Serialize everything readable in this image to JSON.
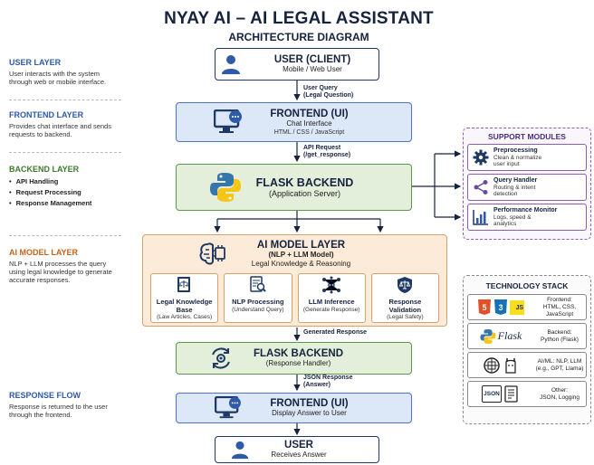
{
  "title": "NYAY AI – AI LEGAL ASSISTANT",
  "subtitle": "ARCHITECTURE DIAGRAM",
  "sidebar": {
    "user_layer": {
      "title": "USER LAYER",
      "desc": "User interacts with the system through web or mobile interface."
    },
    "frontend_layer": {
      "title": "FRONTEND LAYER",
      "desc": "Provides chat interface and sends requests to backend."
    },
    "backend_layer": {
      "title": "BACKEND LAYER",
      "items": [
        "API Handling",
        "Request Processing",
        "Response Management"
      ]
    },
    "ai_layer": {
      "title": "AI MODEL LAYER",
      "desc": "NLP + LLM processes the query using legal knowledge to generate accurate responses."
    },
    "response_flow": {
      "title": "RESPONSE FLOW",
      "desc": "Response is returned to the user through the frontend."
    }
  },
  "flow": {
    "user_client": {
      "title": "USER (CLIENT)",
      "sub": "Mobile / Web User"
    },
    "q_label": {
      "l1": "User Query",
      "l2": "(Legal Question)"
    },
    "frontend": {
      "title": "FRONTEND (UI)",
      "sub": "Chat Interface",
      "sub2": "HTML / CSS / JavaScript"
    },
    "api_label": {
      "l1": "API Request",
      "l2": "(/get_response)"
    },
    "flask": {
      "title": "FLASK BACKEND",
      "sub": "(Application Server)"
    },
    "ai": {
      "title": "AI MODEL LAYER",
      "sub": "(NLP + LLM Model)",
      "sub2": "Legal Knowledge & Reasoning",
      "subs": [
        {
          "t": "Legal Knowledge Base",
          "d": "(Law Articles, Cases)",
          "icon": "law-book-icon"
        },
        {
          "t": "NLP Processing",
          "d": "(Understand Query)",
          "icon": "document-search-icon"
        },
        {
          "t": "LLM Inference",
          "d": "(Generate Response)",
          "icon": "neural-network-icon"
        },
        {
          "t": "Response Validation",
          "d": "(Legal Safety)",
          "icon": "shield-scale-icon"
        }
      ]
    },
    "gen_label": "Generated Response",
    "flask2": {
      "title": "FLASK BACKEND",
      "sub": "(Response Handler)"
    },
    "json_label": {
      "l1": "JSON Response",
      "l2": "(Answer)"
    },
    "frontend2": {
      "title": "FRONTEND (UI)",
      "sub": "Display Answer to User"
    },
    "user2": {
      "title": "USER",
      "sub": "Receives Answer"
    }
  },
  "support": {
    "title": "SUPPORT MODULES",
    "modules": [
      {
        "t": "Preprocessing",
        "d1": "Clean & normalize",
        "d2": "user input",
        "icon": "gear-icon"
      },
      {
        "t": "Query Handler",
        "d1": "Routing & intent",
        "d2": "detection",
        "icon": "share-icon"
      },
      {
        "t": "Performance Monitor",
        "d1": "Logs, speed &",
        "d2": "analytics",
        "icon": "bar-chart-icon"
      }
    ]
  },
  "tech": {
    "title": "TECHNOLOGY STACK",
    "rows": [
      {
        "d1": "Frontend:",
        "d2": "HTML, CSS, JavaScript",
        "js": "JS",
        "flask": "",
        "json": ""
      },
      {
        "d1": "Backend:",
        "d2": "Python (Flask)",
        "js": "",
        "flask": "Flask",
        "json": ""
      },
      {
        "d1": "AI/ML: NLP, LLM",
        "d2": "(e.g., GPT, Llama)",
        "js": "",
        "flask": "",
        "json": ""
      },
      {
        "d1": "Other:",
        "d2": "JSON, Logging",
        "js": "",
        "flask": "",
        "json": "JSON"
      }
    ]
  },
  "colors": {
    "navy": "#1f3864",
    "blue": "#4a74c4",
    "green": "#5c9a4b",
    "orange": "#d9a16a",
    "purple": "#8a5fb0"
  }
}
